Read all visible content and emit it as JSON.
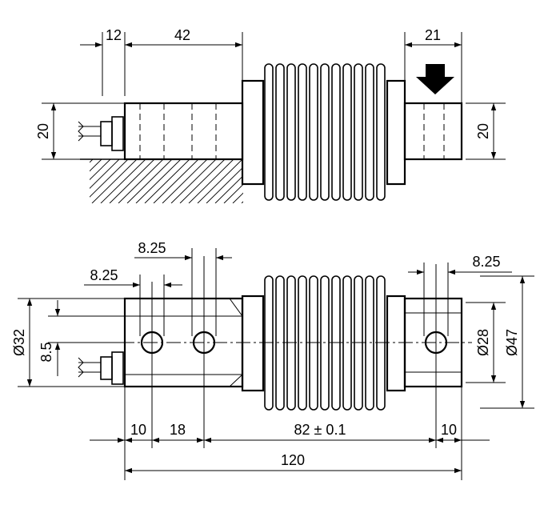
{
  "top_view": {
    "dims": {
      "d12": "12",
      "d42": "42",
      "d21": "21",
      "h20_left": "20",
      "h20_right": "20"
    },
    "load_arrow_icon": "down-arrow-icon"
  },
  "bottom_view": {
    "dims": {
      "hole_spacing_upper": "8.25",
      "hole_spacing_lower": "8.25",
      "hole_spacing_right": "8.25",
      "dia32": "Ø32",
      "h8_5": "8.5",
      "dia28": "Ø28",
      "dia47": "Ø47",
      "d10_left": "10",
      "d18": "18",
      "d82": "82 ± 0.1",
      "d10_right": "10",
      "d120": "120"
    }
  }
}
